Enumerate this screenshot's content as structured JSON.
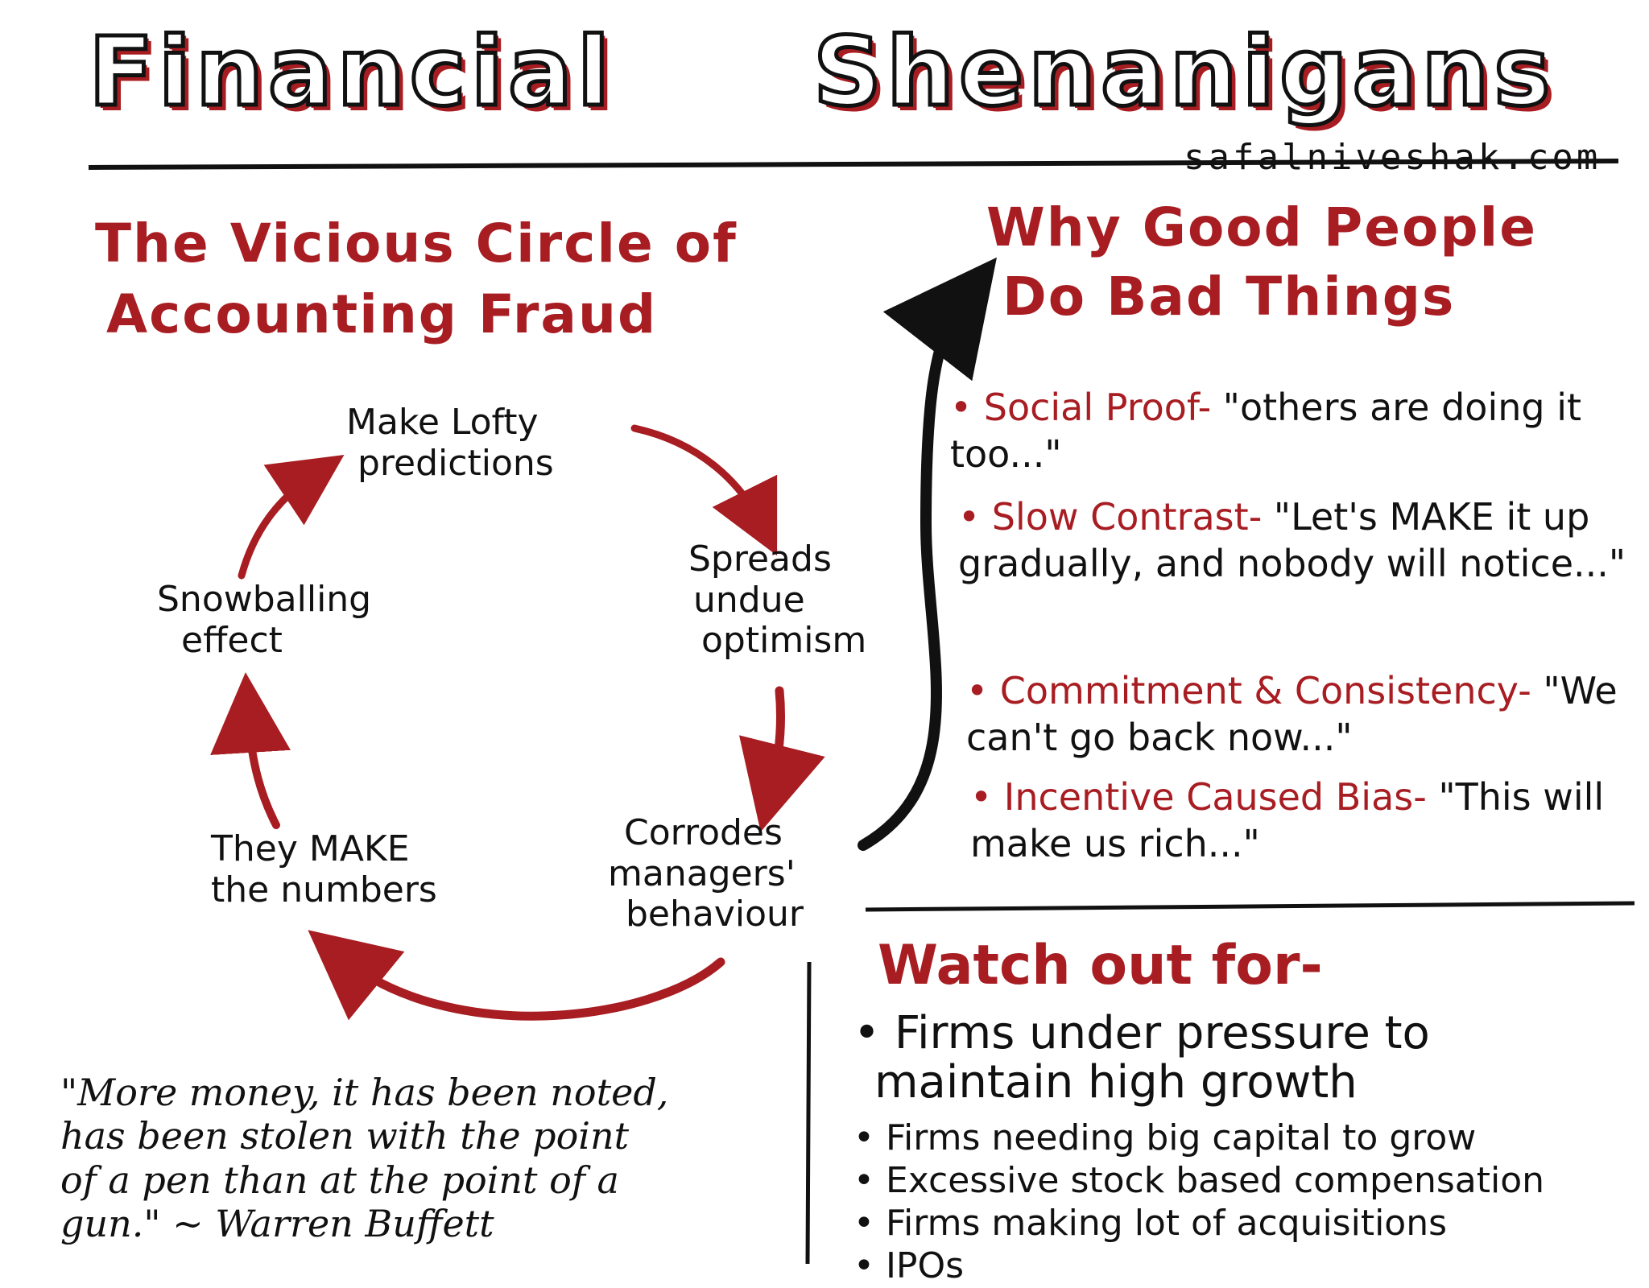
{
  "title": {
    "word1": "Financial",
    "word2": "Shenanigans"
  },
  "website": "safalniveshak.com",
  "vicious_circle": {
    "heading_line1": "The Vicious Circle of",
    "heading_line2": "Accounting Fraud",
    "nodes": [
      {
        "line1": "Make Lofty",
        "line2": "predictions"
      },
      {
        "line1": "Spreads",
        "line2": "undue",
        "line3": "optimism"
      },
      {
        "line1": "Corrodes",
        "line2": "managers'",
        "line3": "behaviour"
      },
      {
        "line1": "They MAKE",
        "line2": "the numbers"
      },
      {
        "line1": "Snowballing",
        "line2": "effect"
      }
    ]
  },
  "why_good_people": {
    "heading_line1": "Why Good People",
    "heading_line2": "Do Bad Things",
    "reasons": [
      {
        "bullet": "•",
        "label": "Social Proof-",
        "quote": "\"others are doing it too...\""
      },
      {
        "bullet": "•",
        "label": "Slow Contrast-",
        "quote": "\"Let's MAKE it up gradually, and nobody will notice...\""
      },
      {
        "bullet": "•",
        "label": "Commitment & Consistency-",
        "quote": "\"We can't go back now...\""
      },
      {
        "bullet": "•",
        "label": "Incentive Caused Bias-",
        "quote": "\"This will make us rich...\""
      }
    ]
  },
  "watch_out": {
    "heading": "Watch out for-",
    "items": [
      {
        "bullet": "•",
        "line1": "Firms under pressure to",
        "line2": "maintain high growth"
      },
      {
        "bullet": "•",
        "line1": "Firms needing big capital to grow"
      },
      {
        "bullet": "•",
        "line1": "Excessive stock based compensation"
      },
      {
        "bullet": "•",
        "line1": "Firms making lot of acquisitions"
      },
      {
        "bullet": "•",
        "line1": "IPOs"
      }
    ]
  },
  "quote": {
    "line1": "\"More money, it has been noted,",
    "line2": "has been stolen with the point",
    "line3": "of a pen than at the point of a",
    "line4": "gun.\" ~ Warren Buffett"
  },
  "colors": {
    "accent_red": "#a81d22",
    "ink": "#111111"
  }
}
